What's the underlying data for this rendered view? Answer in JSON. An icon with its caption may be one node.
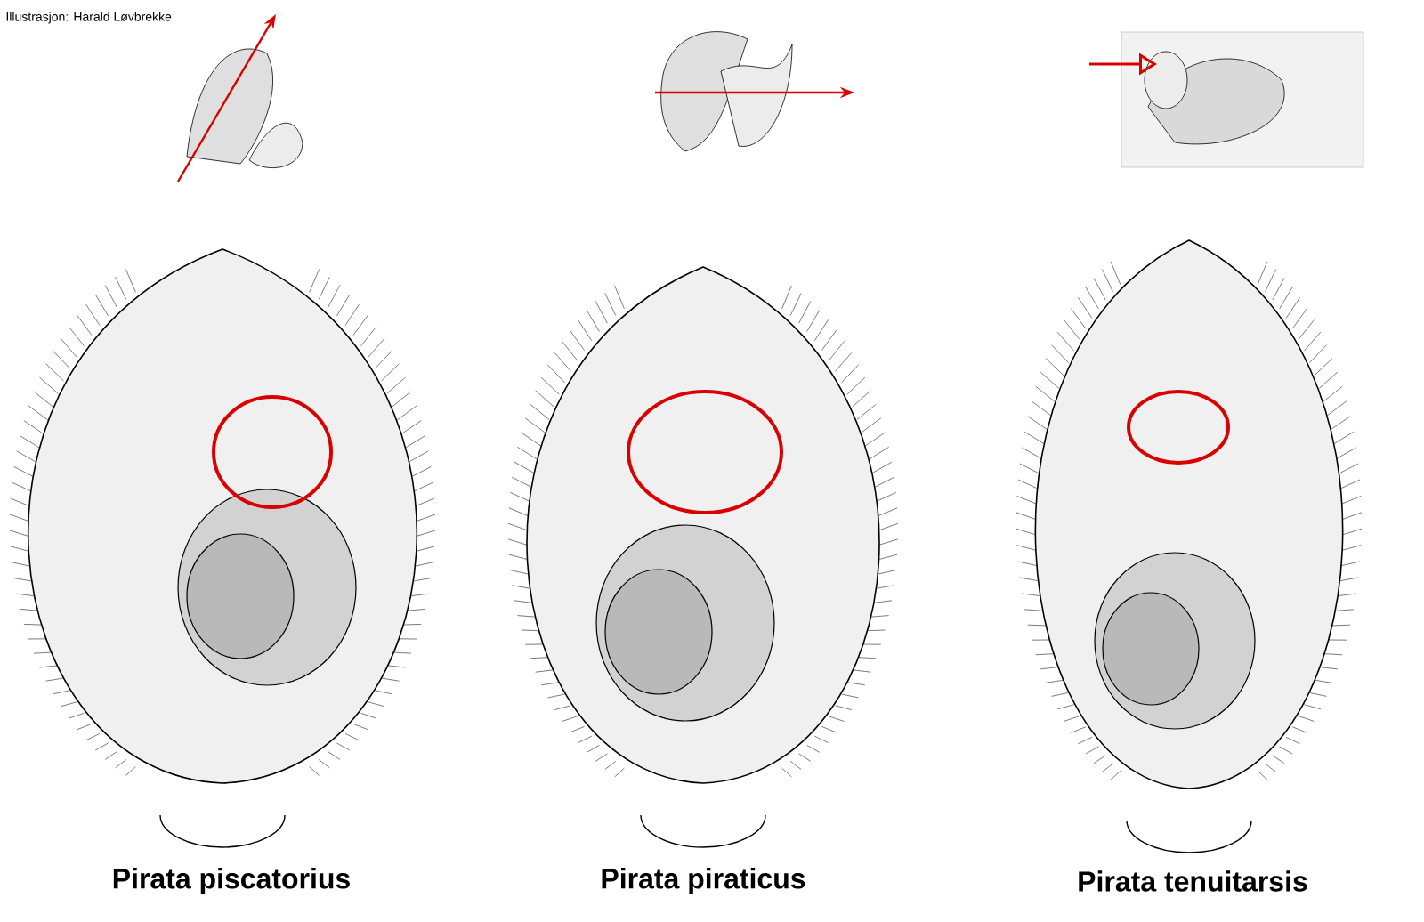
{
  "diagram": {
    "labels": [
      "Illustrasjon: Harald Løvbrekke",
      "Pirata piscatorius",
      "Pirata piraticus",
      "Pirata tenuitarsis"
    ]
  }
}
